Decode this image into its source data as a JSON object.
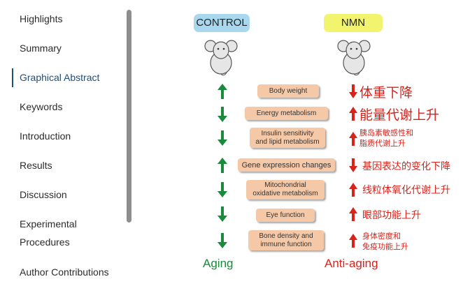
{
  "sidebar": {
    "items": [
      {
        "label": "Highlights"
      },
      {
        "label": "Summary"
      },
      {
        "label": "Graphical Abstract",
        "active": true
      },
      {
        "label": "Keywords"
      },
      {
        "label": "Introduction"
      },
      {
        "label": "Results"
      },
      {
        "label": "Discussion"
      },
      {
        "label": "Experimental"
      },
      {
        "label": "Procedures"
      },
      {
        "label": "Author Contributions"
      }
    ]
  },
  "abstract": {
    "control_label": "CONTROL",
    "nmn_label": "NMN",
    "rows": [
      {
        "factor": "Body weight",
        "aging": "up",
        "nmn": "down",
        "zh": "体重下降"
      },
      {
        "factor": "Energy metabolism",
        "aging": "down",
        "nmn": "up",
        "zh": "能量代谢上升"
      },
      {
        "factor_line1": "Insulin sensitivity",
        "factor_line2": "and lipid metabolism",
        "aging": "down",
        "nmn": "up",
        "zh_line1": "胰岛素敏感性和",
        "zh_line2": "脂质代谢上升"
      },
      {
        "factor": "Gene expression changes",
        "aging": "up",
        "nmn": "down",
        "zh": "基因表达的变化下降"
      },
      {
        "factor_line1": "Mitochondrial",
        "factor_line2": "oxidative metabolism",
        "aging": "down",
        "nmn": "up",
        "zh": "线粒体氧化代谢上升"
      },
      {
        "factor": "Eye function",
        "aging": "down",
        "nmn": "up",
        "zh": "眼部功能上升"
      },
      {
        "factor_line1": "Bone density and",
        "factor_line2": "immune function",
        "aging": "down",
        "nmn": "up",
        "zh_line1": "身体密度和",
        "zh_line2": "免疫功能上升"
      }
    ],
    "aging_label": "Aging",
    "anti_aging_label": "Anti-aging"
  },
  "colors": {
    "green_arrow": "#1a8a3c",
    "red_arrow": "#d9221a",
    "factor_box": "#f5c9a8",
    "control_pill": "#a9d8ee",
    "nmn_pill": "#f2f46e",
    "active_nav": "#1f4e79"
  },
  "icons": [
    "mouse-icon",
    "arrow-up-icon",
    "arrow-down-icon"
  ]
}
